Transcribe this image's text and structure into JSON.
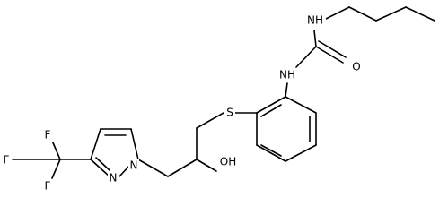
{
  "molecule": {
    "atom_labels": {
      "nh_top": "NH",
      "o": "O",
      "nh_aryl": "NH",
      "s": "S",
      "oh": "OH",
      "n1": "N",
      "n2": "N",
      "f1": "F",
      "f2": "F",
      "f3": "F"
    },
    "colors": {
      "bond": "#000000",
      "label": "#000000",
      "background": "#ffffff"
    }
  }
}
